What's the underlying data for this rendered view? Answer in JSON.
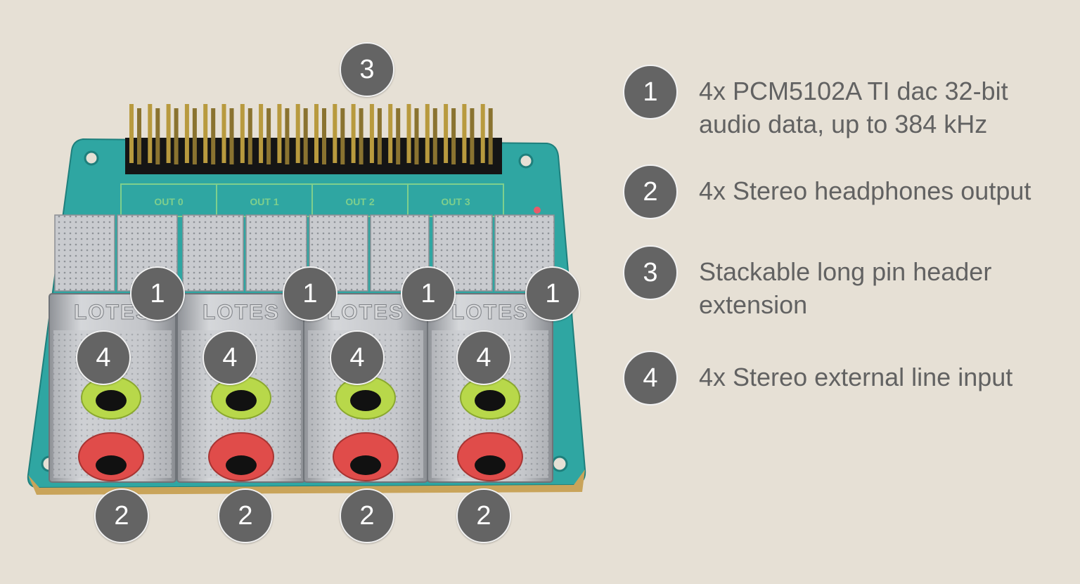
{
  "colors": {
    "background": "#e6e0d5",
    "board": "#2fa6a2",
    "marker": "#646464",
    "marker_text": "#ffffff",
    "legend_text": "#626262",
    "jack_green": "#b8d84a",
    "jack_red": "#e04c4a",
    "metal": "#c8c8c8"
  },
  "board": {
    "connector_labels": [
      "OUT 0",
      "OUT 1",
      "OUT 2",
      "OUT 3"
    ],
    "shield_marks": [
      "LOTES",
      "LOTES",
      "LOTES",
      "LOTES"
    ]
  },
  "markers": {
    "dac": [
      "1",
      "1",
      "1",
      "1"
    ],
    "headphones": [
      "2",
      "2",
      "2",
      "2"
    ],
    "header": [
      "3"
    ],
    "line_in": [
      "4",
      "4",
      "4",
      "4"
    ]
  },
  "legend": [
    {
      "number": "1",
      "text": "4x PCM5102A TI dac 32-bit\naudio data, up to 384 kHz"
    },
    {
      "number": "2",
      "text": "4x Stereo headphones output"
    },
    {
      "number": "3",
      "text": "Stackable long pin header\nextension"
    },
    {
      "number": "4",
      "text": "4x Stereo external line input"
    }
  ]
}
